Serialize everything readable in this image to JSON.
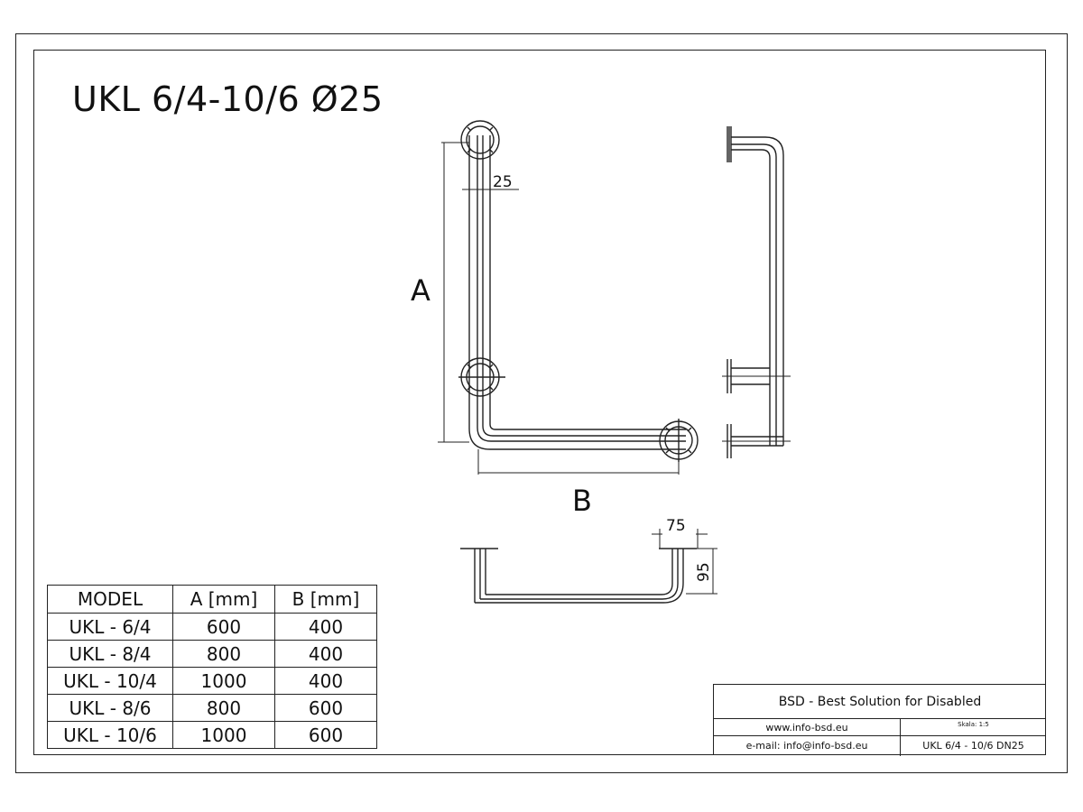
{
  "title": "UKL 6/4-10/6 Ø25",
  "dimensions": {
    "label_a": "A",
    "label_b": "B",
    "tube_diameter": "25",
    "offset": "75",
    "depth": "95"
  },
  "table": {
    "headers": [
      "MODEL",
      "A [mm]",
      "B [mm]"
    ],
    "rows": [
      [
        "UKL - 6/4",
        "600",
        "400"
      ],
      [
        "UKL - 8/4",
        "800",
        "400"
      ],
      [
        "UKL - 10/4",
        "1000",
        "400"
      ],
      [
        "UKL - 8/6",
        "800",
        "600"
      ],
      [
        "UKL - 10/6",
        "1000",
        "600"
      ]
    ]
  },
  "title_block": {
    "company": "BSD - Best Solution for Disabled",
    "website": "www.info-bsd.eu",
    "scale": "Skala: 1:5",
    "email": "e-mail: info@info-bsd.eu",
    "drawing_name": "UKL 6/4 - 10/6 DN25"
  }
}
